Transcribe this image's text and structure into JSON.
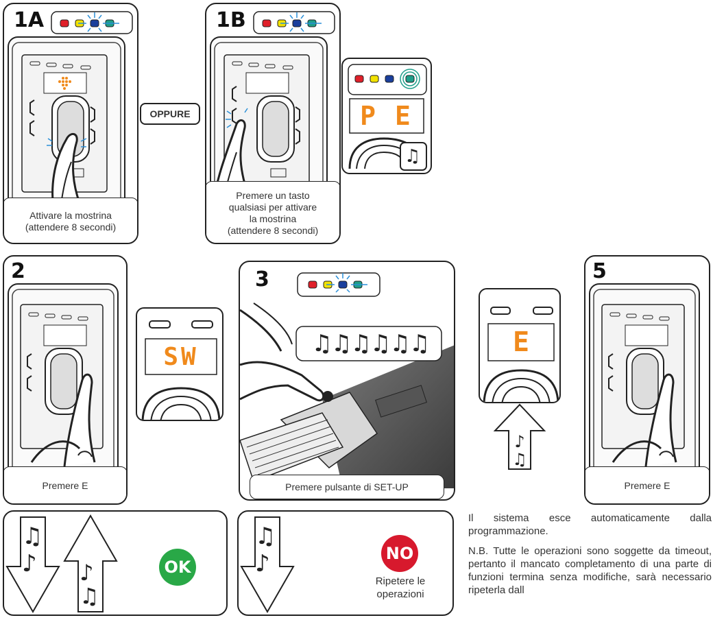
{
  "steps": {
    "s1a": {
      "label": "1A",
      "caption": "Attivare la mostrina\n(attendere 8 secondi)"
    },
    "s1b": {
      "label": "1B",
      "caption": "Premere un tasto\nqualsiasi per attivare\nla mostrina\n(attendere 8 secondi)"
    },
    "oppure": "OPPURE",
    "s2": {
      "label": "2",
      "caption": "Premere E",
      "display": "SW"
    },
    "s3": {
      "label": "3",
      "caption": "Premere pulsante di SET-UP"
    },
    "s5": {
      "label": "5",
      "caption": "Premere E"
    }
  },
  "keypad": {
    "up_key": "⇧",
    "down_key": "⇩",
    "e_key": "E",
    "p_key": "P"
  },
  "display_1b": "PE",
  "display_4": "E",
  "outcomes": {
    "ok_label": "OK",
    "no_label": "NO",
    "retry": "Ripetere le\noperazioni"
  },
  "notes": {
    "exit": "Il sistema esce automaticamente dalla programmazione.",
    "nb": "N.B. Tutte le operazioni sono soggette da timeout, pertanto il mancato completamento di una parte di funzioni termina senza modifiche, sarà necessario ripeterla dall"
  },
  "colors": {
    "led_red": "#e0202a",
    "led_yellow": "#f2e200",
    "led_blue": "#1a3f9c",
    "led_green": "#1f9e8a",
    "display_orange": "#f08a1c",
    "ok_green": "#29a847",
    "no_red": "#d7192d",
    "blink_blue": "#2a8fd8"
  }
}
